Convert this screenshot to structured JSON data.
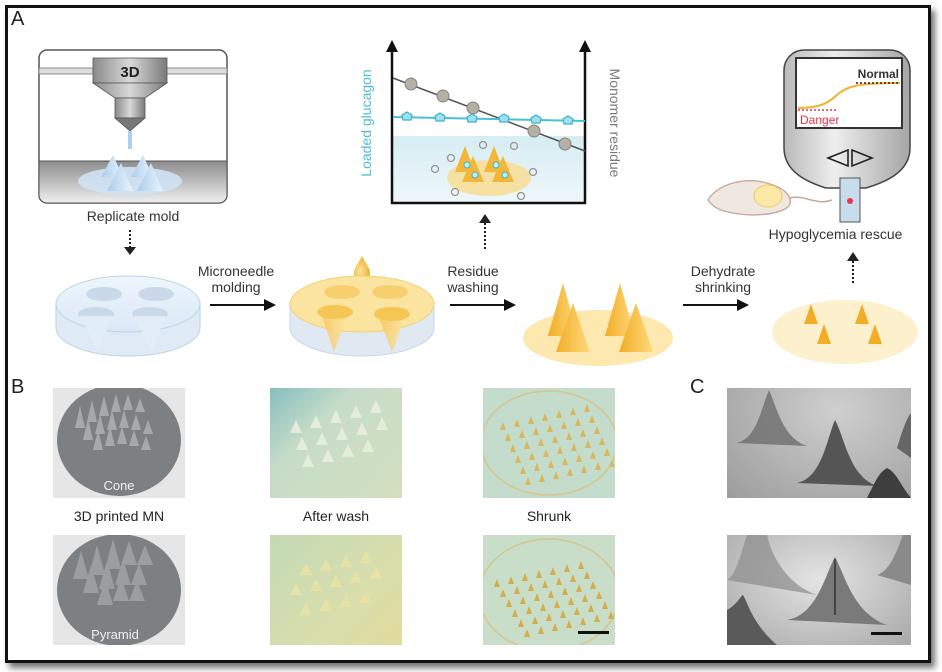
{
  "panels": {
    "a": {
      "label": "A",
      "printer_label": "3D",
      "step_replicate": "Replicate mold",
      "step_molding": [
        "Microneedle",
        "molding"
      ],
      "step_washing": [
        "Residue",
        "washing"
      ],
      "step_dehydrate": [
        "Dehydrate",
        "shrinking"
      ],
      "step_rescue": "Hypoglycemia rescue",
      "chart": {
        "left_axis": "Loaded glucagon",
        "right_axis": "Monomer residue"
      },
      "meter": {
        "normal": "Normal",
        "danger": "Danger"
      }
    },
    "b": {
      "label": "B",
      "cone_label": "Cone",
      "pyramid_label": "Pyramid",
      "col1": "3D printed MN",
      "col2": "After wash",
      "col3": "Shrunk"
    },
    "c": {
      "label": "C"
    }
  },
  "colors": {
    "glucagon": "#4bbfd6",
    "monomer": "#8a8478",
    "gold": "#f2b430",
    "danger": "#e8334a",
    "frame": "#111111"
  }
}
